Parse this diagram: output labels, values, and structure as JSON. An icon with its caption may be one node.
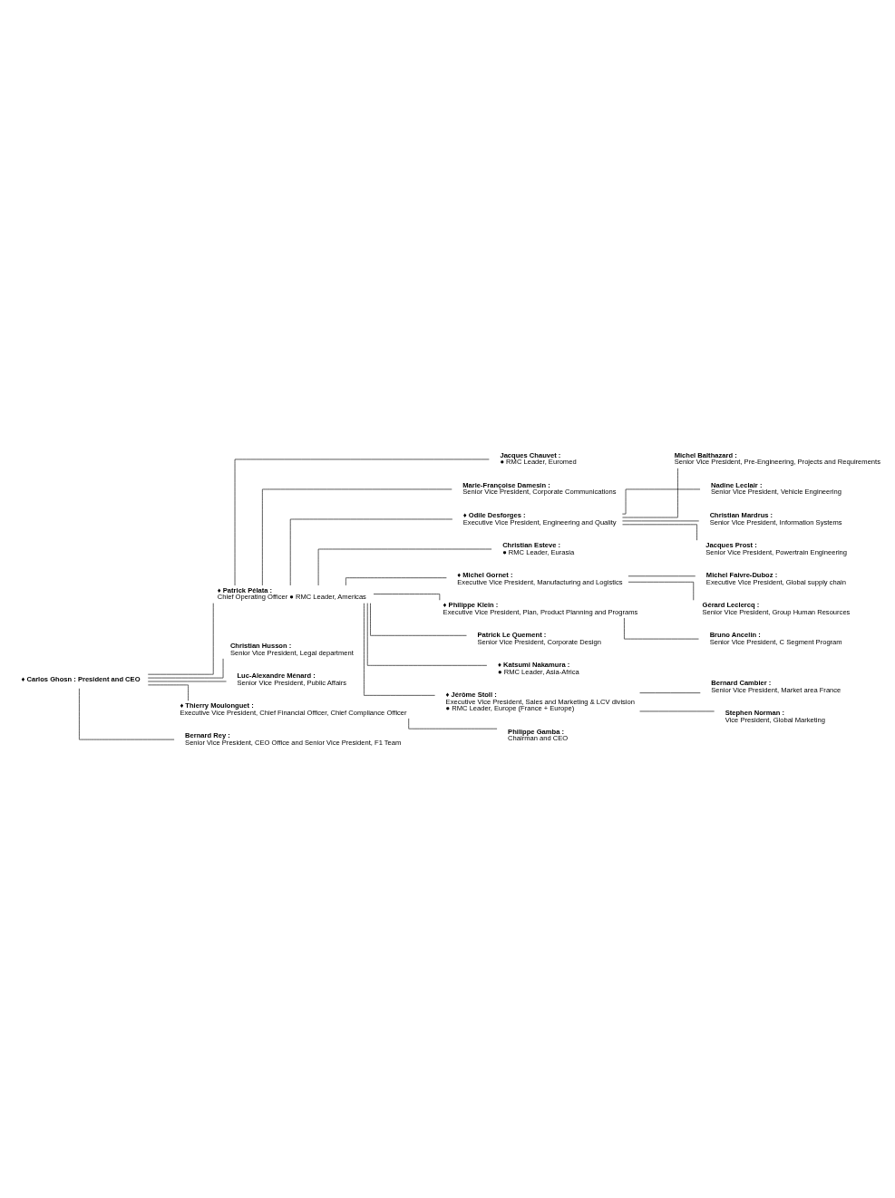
{
  "diagram": {
    "nodes": [
      {
        "text": [
          "♦ Carlos Ghosn : President and CEO"
        ]
      },
      {
        "text": [
          "♦ Patrick Pélata :",
          "Chief Operating Officer ● RMC Leader, Americas"
        ]
      },
      {
        "text": [
          "Jacques Chauvet :",
          "● RMC Leader, Euromed"
        ]
      },
      {
        "text": [
          "Marie-Françoise Damesin :",
          "Senior Vice President, Corporate Communications"
        ]
      },
      {
        "text": [
          "♦ Odile Desforges :",
          "Executive Vice President, Engineering and Quality"
        ]
      },
      {
        "text": [
          "Michel Balthazard :",
          "Senior Vice President, Pre-Engineering, Projects and Requirements"
        ]
      },
      {
        "text": [
          "Nadine Leclair :",
          "Senior Vice President, Vehicle Engineering"
        ]
      },
      {
        "text": [
          "Christian Mardrus :",
          "Senior Vice President, Information Systems"
        ]
      },
      {
        "text": [
          "Jacques Prost :",
          "Senior Vice President, Powertrain Engineering"
        ]
      },
      {
        "text": [
          "Christian Esteve :",
          "● RMC Leader, Eurasia"
        ]
      },
      {
        "text": [
          "♦ Michel Gornet :",
          "Executive Vice President, Manufacturing and Logistics"
        ]
      },
      {
        "text": [
          "Michel Faivre-Duboz :",
          "Executive Vice President, Global supply chain"
        ]
      },
      {
        "text": [
          "Gérard Leclercq :",
          "Senior Vice President, Group Human Resources"
        ]
      },
      {
        "text": [
          "♦ Philippe Klein :",
          "Executive Vice President, Plan, Product Planning and Programs"
        ]
      },
      {
        "text": [
          "Bruno Ancelin :",
          "Senior Vice President, C Segment Program"
        ]
      },
      {
        "text": [
          "Patrick Le Quement :",
          "Senior Vice President, Corporate Design"
        ]
      },
      {
        "text": [
          "♦ Katsumi Nakamura :",
          "● RMC Leader, Asia-Africa"
        ]
      },
      {
        "text": [
          "♦ Jérôme Stoll :",
          "Executive Vice President, Sales and Marketing & LCV division",
          "● RMC Leader, Europe (France + Europe)"
        ]
      },
      {
        "text": [
          "Bernard Cambier :",
          "Senior Vice President, Market area France"
        ]
      },
      {
        "text": [
          "Stephen Norman :",
          "Vice President, Global Marketing"
        ]
      },
      {
        "text": [
          "Christian Husson :",
          "Senior Vice President, Legal department"
        ]
      },
      {
        "text": [
          "Luc-Alexandre Ménard :",
          "Senior Vice President, Public Affairs"
        ]
      },
      {
        "text": [
          "♦ Thierry Moulonguet :",
          "Executive Vice President, Chief Financial Officer, Chief Compliance Officer"
        ]
      },
      {
        "text": [
          "Philippe Gamba :",
          "Chairman and CEO"
        ]
      },
      {
        "text": [
          "Bernard Rey :",
          "Senior Vice President, CEO Office and Senior Vice President, F1 Team"
        ]
      }
    ],
    "edges": [
      {
        "from": 0,
        "to": 1,
        "arrow": "none"
      },
      {
        "from": 1,
        "to": 2,
        "arrow": "none"
      },
      {
        "from": 1,
        "to": 3,
        "arrow": "none"
      },
      {
        "from": 1,
        "to": 4,
        "arrow": "none"
      },
      {
        "from": 4,
        "to": 5,
        "arrow": "none"
      },
      {
        "from": 4,
        "to": 6,
        "arrow": "none"
      },
      {
        "from": 4,
        "to": 7,
        "arrow": "none"
      },
      {
        "from": 4,
        "to": 8,
        "arrow": "none"
      },
      {
        "from": 1,
        "to": 9,
        "arrow": "none"
      },
      {
        "from": 1,
        "to": 10,
        "arrow": "none"
      },
      {
        "from": 10,
        "to": 11,
        "arrow": "none"
      },
      {
        "from": 10,
        "to": 12,
        "arrow": "none"
      },
      {
        "from": 1,
        "to": 13,
        "arrow": "none"
      },
      {
        "from": 13,
        "to": 14,
        "arrow": "none"
      },
      {
        "from": 1,
        "to": 15,
        "arrow": "none"
      },
      {
        "from": 1,
        "to": 16,
        "arrow": "none"
      },
      {
        "from": 1,
        "to": 17,
        "arrow": "none"
      },
      {
        "from": 17,
        "to": 18,
        "arrow": "none"
      },
      {
        "from": 17,
        "to": 19,
        "arrow": "none"
      },
      {
        "from": 0,
        "to": 20,
        "arrow": "none"
      },
      {
        "from": 0,
        "to": 21,
        "arrow": "none"
      },
      {
        "from": 0,
        "to": 22,
        "arrow": "none"
      },
      {
        "from": 22,
        "to": 23,
        "arrow": "none"
      },
      {
        "from": 0,
        "to": 24,
        "arrow": "none"
      }
    ]
  }
}
